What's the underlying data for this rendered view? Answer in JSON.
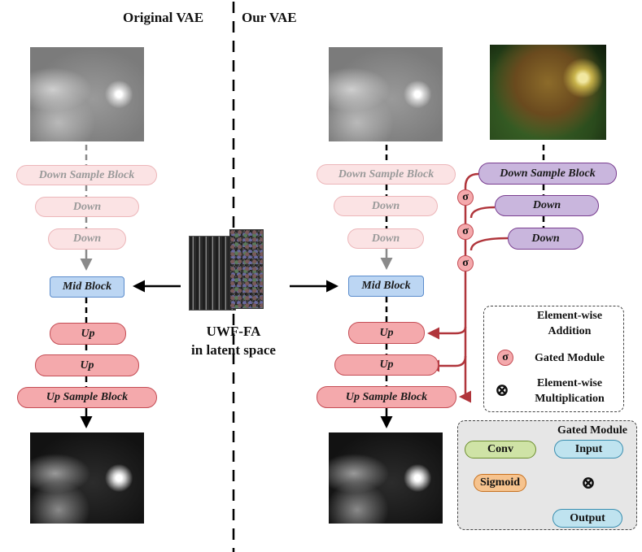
{
  "headers": {
    "left": "Original VAE",
    "right": "Our  VAE"
  },
  "original_vae": {
    "down_sample": "Down Sample Block",
    "down1": "Down",
    "down2": "Down",
    "mid": "Mid Block",
    "up1": "Up",
    "up2": "Up",
    "up_sample": "Up Sample Block"
  },
  "our_vae": {
    "down_sample": "Down Sample Block",
    "down1": "Down",
    "down2": "Down",
    "mid": "Mid Block",
    "up1": "Up",
    "up2": "Up",
    "up_sample": "Up Sample Block"
  },
  "uwf_branch": {
    "down_sample": "Down Sample Block",
    "down1": "Down",
    "down2": "Down",
    "gates": [
      "σ",
      "σ",
      "σ"
    ]
  },
  "latent": {
    "line1": "UWF-FA",
    "line2": "in latent space"
  },
  "legend": {
    "addition_line1": "Element-wise",
    "addition_line2": "Addition",
    "gated_symbol": "σ",
    "gated": "Gated Module",
    "mult_symbol": "⊗",
    "mult_line1": "Element-wise",
    "mult_line2": "Multiplication"
  },
  "gated_module": {
    "title": "Gated Module",
    "conv": "Conv",
    "input": "Input",
    "sigmoid": "Sigmoid",
    "mult": "⊗",
    "output": "Output"
  },
  "colors": {
    "addition_arrow": "#b0353b",
    "light_pink": "#fbe3e4",
    "up_pink": "#f4a9ac",
    "mid_blue": "#bcd6f3",
    "purple": "#c9b6dd",
    "conv_green": "#cfe3a6",
    "input_blue": "#bfe3ef",
    "sigmoid_orange": "#f6c38e"
  }
}
